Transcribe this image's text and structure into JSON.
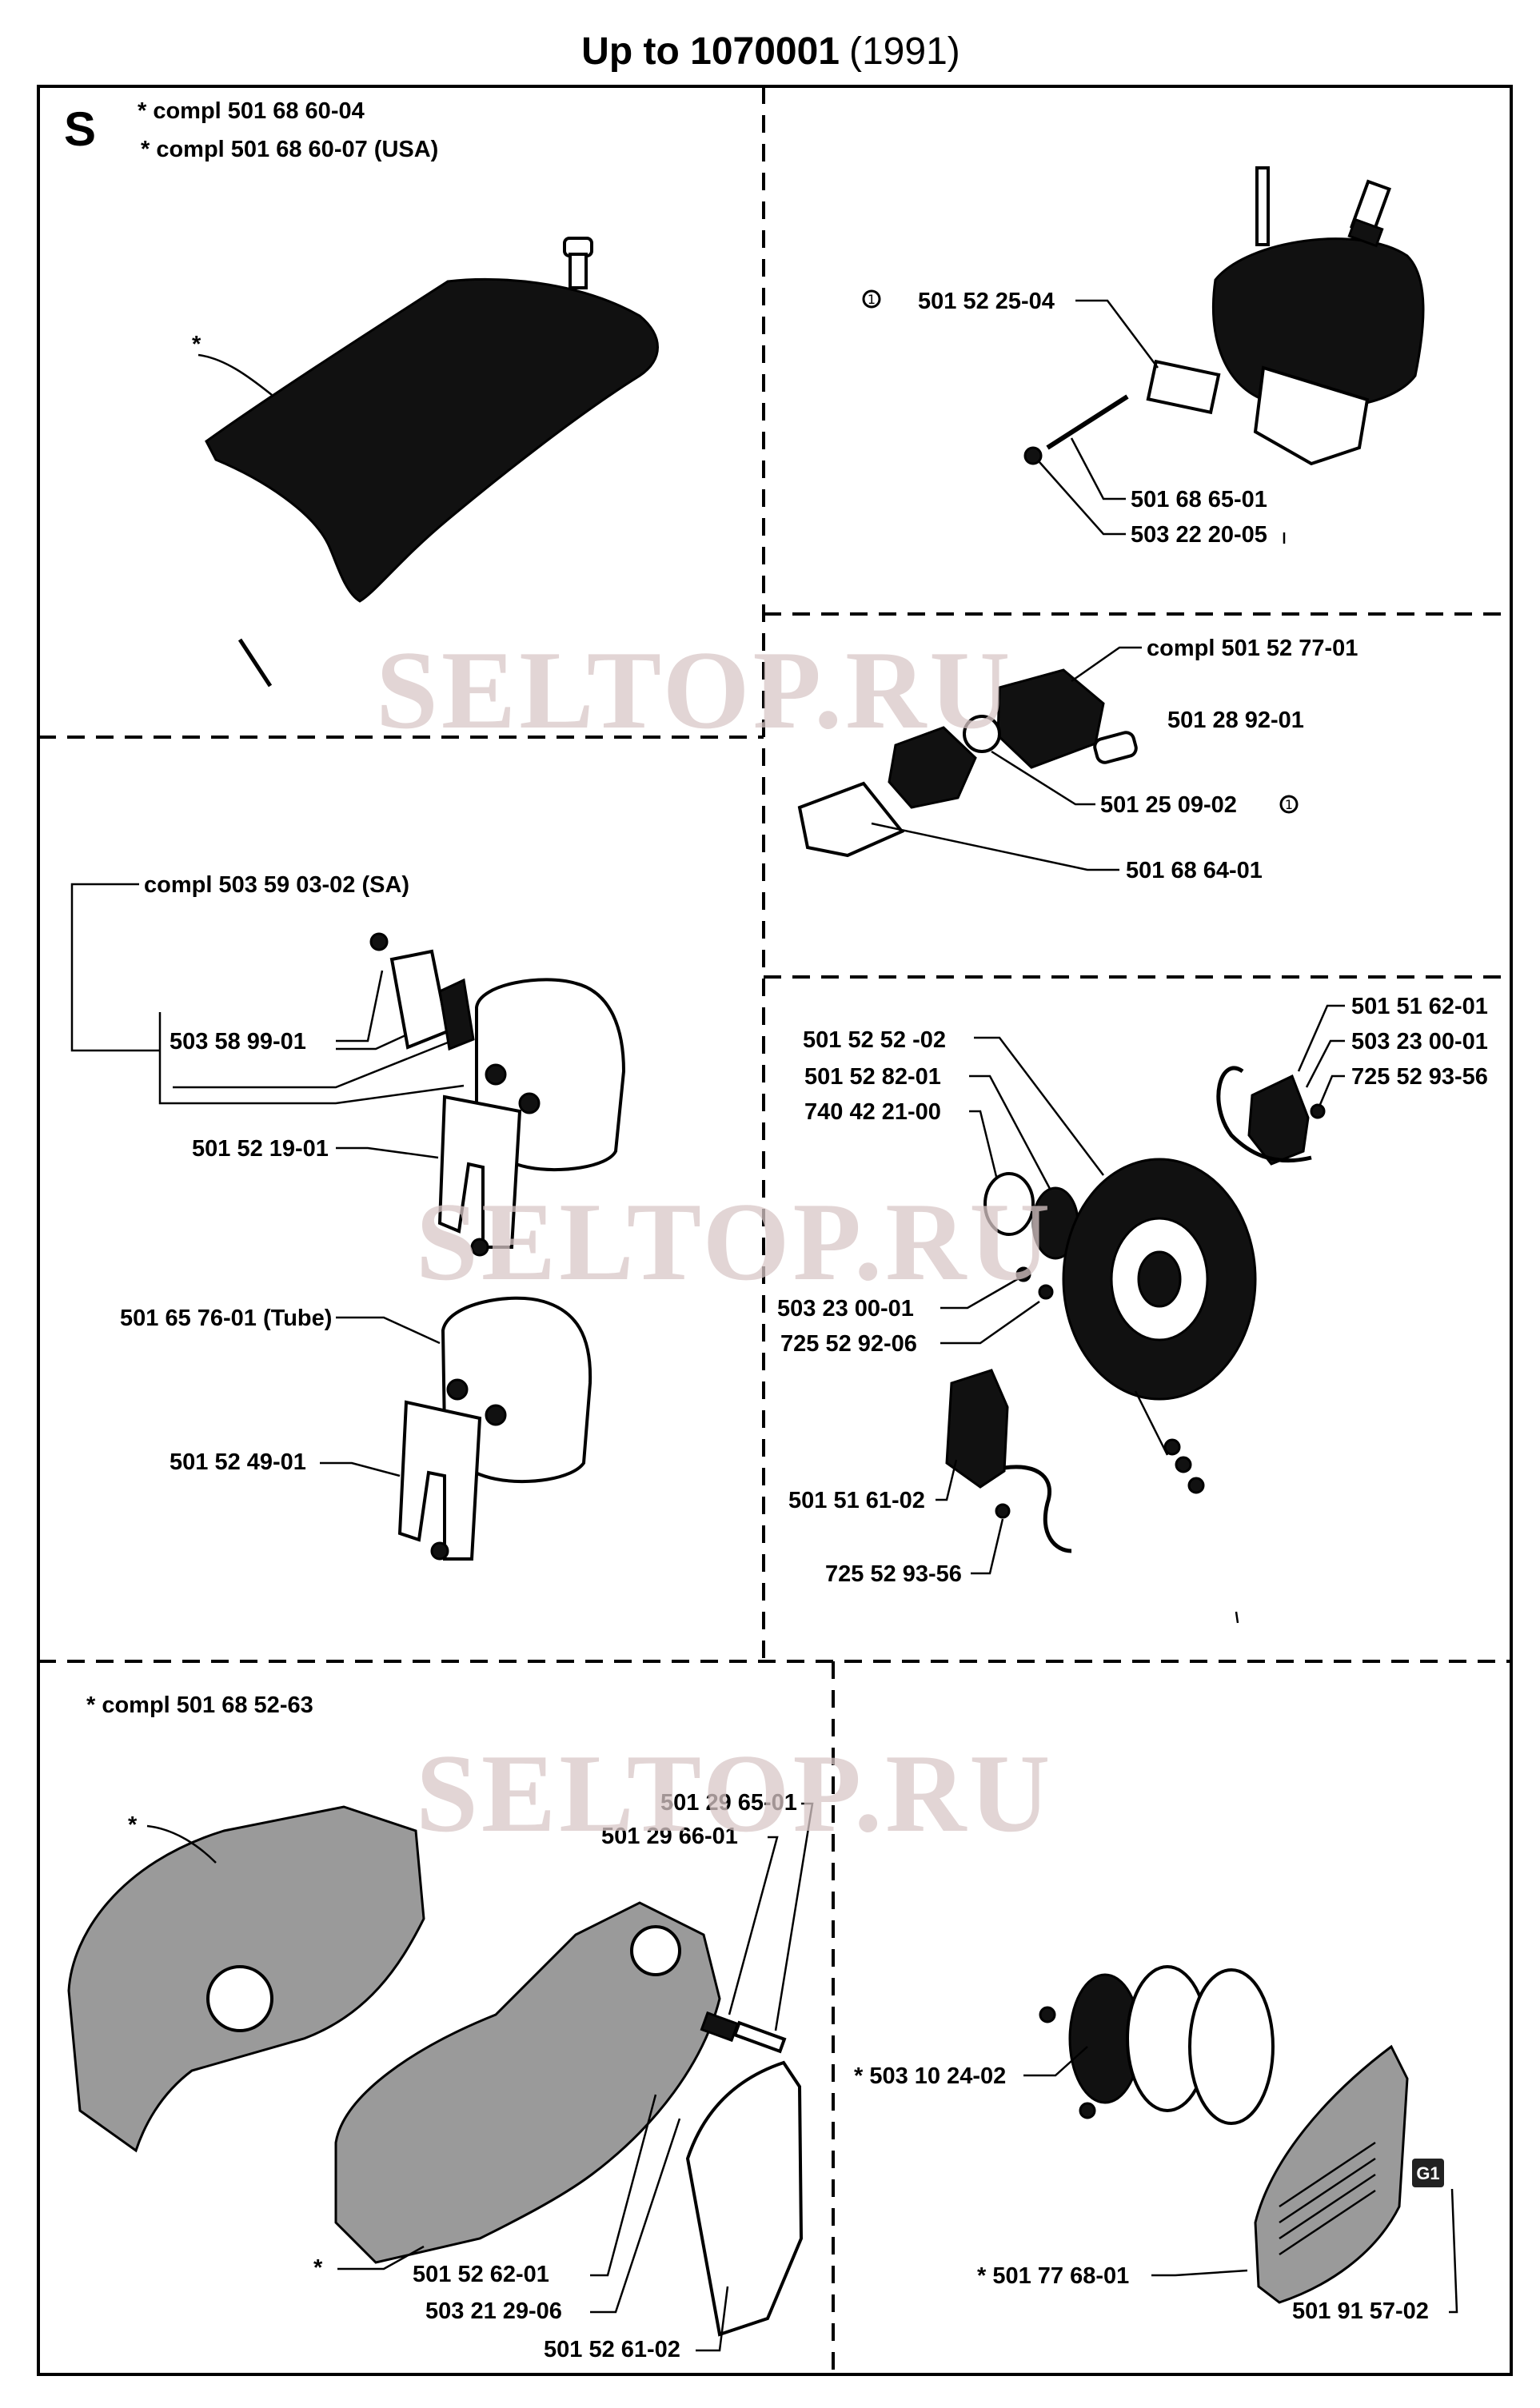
{
  "title": {
    "main": "Up to 1070001",
    "year": "(1991)"
  },
  "section_letter": "S",
  "watermark": "SELTOP.RU",
  "panel_cover": {
    "notes": [
      "*  compl 501 68 60-04",
      "*  compl 501 68 60-07 (USA)"
    ],
    "star": "*"
  },
  "panel_cylinder": {
    "symbol": "①",
    "labels": [
      "501 52 25-04",
      "501 68 65-01",
      "503 22 20-05"
    ]
  },
  "panel_carb": {
    "symbol": "①",
    "labels": [
      "compl 501 52 77-01",
      "501 28 92-01",
      "501 25 09-02",
      "501 68 64-01"
    ]
  },
  "panel_muffler": {
    "labels": [
      "compl 503 59 03-02 (SA)",
      "503 58 99-01",
      "501 52 19-01",
      "501 65 76-01 (Tube)",
      "501 52 49-01"
    ]
  },
  "panel_ignition": {
    "labels": [
      "501 52 52 -02",
      "501 52 82-01",
      "740 42 21-00",
      "503 23 00-01",
      "725 52 92-06",
      "501 51 61-02",
      "725 52 93-56",
      "501 51 62-01",
      "503 23 00-01",
      "725 52 93-56"
    ]
  },
  "panel_crankcase": {
    "note": "*  compl 501 68 52-63",
    "stars": [
      "*",
      "*"
    ],
    "labels": [
      "501 29 65-01",
      "501 29 66-01",
      "501 52 62-01",
      "503 21 29-06",
      "501 52 61-02"
    ]
  },
  "panel_starter": {
    "labels": [
      "*  503 10 24-02",
      "*  501 77 68-01",
      "501 91 57-02"
    ],
    "badge": "G1"
  }
}
